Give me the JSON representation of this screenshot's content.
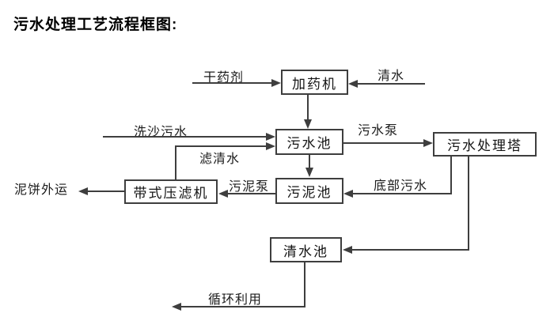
{
  "title": "污水处理工艺流程框图:",
  "nodes": {
    "dosing_machine": "加药机",
    "sewage_pool": "污水池",
    "treatment_tower": "污水处理塔",
    "sludge_pool": "污泥池",
    "belt_filter_press": "带式压滤机",
    "clean_water_pool": "清水池"
  },
  "edge_labels": {
    "dry_agent": "干药剂",
    "clean_water": "清水",
    "sand_washing_sewage": "洗沙污水",
    "sewage_pump": "污水泵",
    "filtered_water": "滤清水",
    "sludge_pump": "污泥泵",
    "bottom_sewage": "底部污水",
    "mud_cake_out": "泥饼外运",
    "recycle": "循环利用"
  },
  "edges": [
    {
      "from": "干药剂",
      "to": "加药机",
      "label": "干药剂"
    },
    {
      "from": "清水",
      "to": "加药机",
      "label": "清水"
    },
    {
      "from": "加药机",
      "to": "污水池",
      "label": ""
    },
    {
      "from": "洗沙污水",
      "to": "污水池",
      "label": "洗沙污水"
    },
    {
      "from": "带式压滤机",
      "to": "污水池",
      "label": "滤清水"
    },
    {
      "from": "污水池",
      "to": "污水处理塔",
      "label": "污水泵"
    },
    {
      "from": "污水池",
      "to": "污泥池",
      "label": ""
    },
    {
      "from": "污水处理塔",
      "to": "污泥池",
      "label": "底部污水"
    },
    {
      "from": "污泥池",
      "to": "带式压滤机",
      "label": "污泥泵"
    },
    {
      "from": "带式压滤机",
      "to": "泥饼外运",
      "label": "泥饼外运"
    },
    {
      "from": "污水处理塔",
      "to": "清水池",
      "label": ""
    },
    {
      "from": "清水池",
      "to": "循环利用",
      "label": "循环利用"
    }
  ],
  "colors": {
    "background": "#ffffff",
    "line": "#3e3e3e",
    "text": "#111111"
  }
}
